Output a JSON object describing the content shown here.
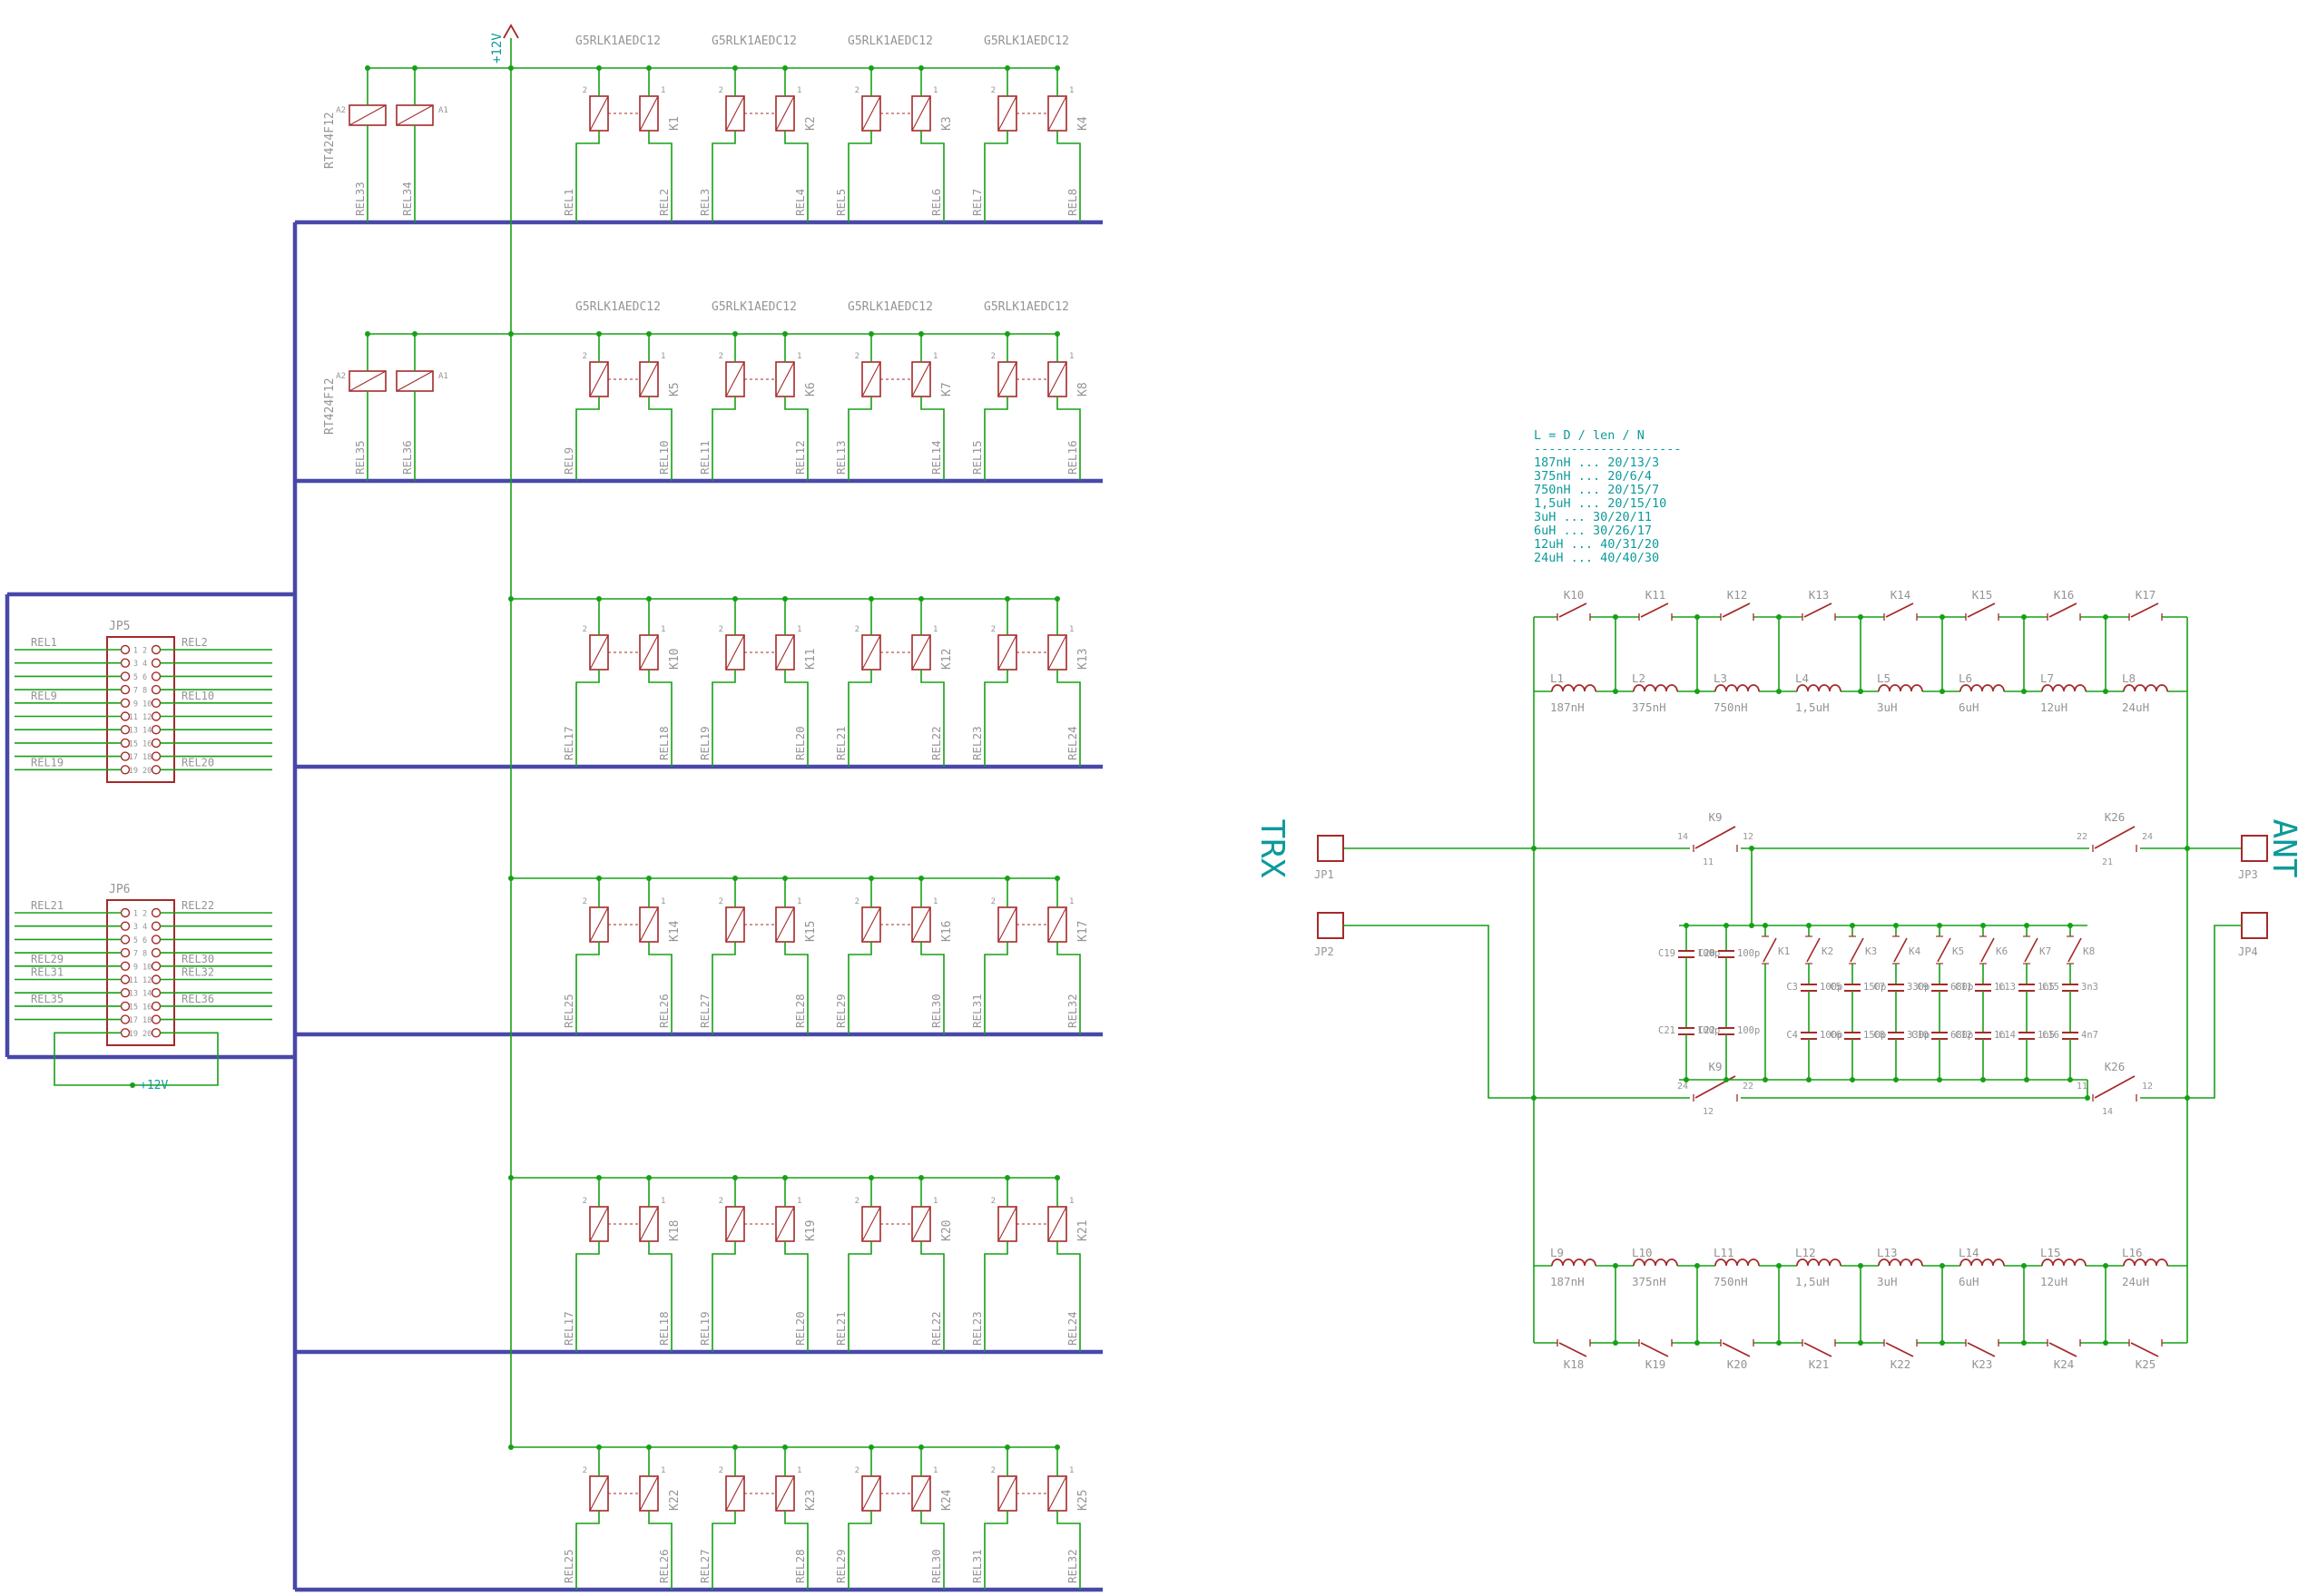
{
  "schematic": {
    "power_label": "+12V"
  },
  "colors": {
    "background": "#ffffff",
    "wire": "#17a017",
    "bus": "#4848aa",
    "part": "#a52a2a",
    "name": "#949494",
    "label": "#0e9a9a"
  },
  "left": {
    "banks": [
      {
        "part_label": "G5RLK1AEDC12",
        "aux": {
          "part": "RT424F12",
          "pins": [
            "A2",
            "A1"
          ],
          "rel": [
            "REL33",
            "REL34"
          ]
        },
        "relays": [
          {
            "name": "K1",
            "pins": [
              "2",
              "1"
            ],
            "rel": [
              "REL1",
              "REL2"
            ]
          },
          {
            "name": "K2",
            "pins": [
              "2",
              "1"
            ],
            "rel": [
              "REL3",
              "REL4"
            ]
          },
          {
            "name": "K3",
            "pins": [
              "2",
              "1"
            ],
            "rel": [
              "REL5",
              "REL6"
            ]
          },
          {
            "name": "K4",
            "pins": [
              "2",
              "1"
            ],
            "rel": [
              "REL7",
              "REL8"
            ]
          }
        ]
      },
      {
        "part_label": "G5RLK1AEDC12",
        "aux": {
          "part": "RT424F12",
          "pins": [
            "A2",
            "A1"
          ],
          "rel": [
            "REL35",
            "REL36"
          ]
        },
        "relays": [
          {
            "name": "K5",
            "pins": [
              "2",
              "1"
            ],
            "rel": [
              "REL9",
              "REL10"
            ]
          },
          {
            "name": "K6",
            "pins": [
              "2",
              "1"
            ],
            "rel": [
              "REL11",
              "REL12"
            ]
          },
          {
            "name": "K7",
            "pins": [
              "2",
              "1"
            ],
            "rel": [
              "REL13",
              "REL14"
            ]
          },
          {
            "name": "K8",
            "pins": [
              "2",
              "1"
            ],
            "rel": [
              "REL15",
              "REL16"
            ]
          }
        ]
      },
      {
        "relays": [
          {
            "name": "K10",
            "pins": [
              "2",
              "1"
            ],
            "rel": [
              "REL17",
              "REL18"
            ]
          },
          {
            "name": "K11",
            "pins": [
              "2",
              "1"
            ],
            "rel": [
              "REL19",
              "REL20"
            ]
          },
          {
            "name": "K12",
            "pins": [
              "2",
              "1"
            ],
            "rel": [
              "REL21",
              "REL22"
            ]
          },
          {
            "name": "K13",
            "pins": [
              "2",
              "1"
            ],
            "rel": [
              "REL23",
              "REL24"
            ]
          }
        ]
      },
      {
        "relays": [
          {
            "name": "K14",
            "pins": [
              "2",
              "1"
            ],
            "rel": [
              "REL25",
              "REL26"
            ]
          },
          {
            "name": "K15",
            "pins": [
              "2",
              "1"
            ],
            "rel": [
              "REL27",
              "REL28"
            ]
          },
          {
            "name": "K16",
            "pins": [
              "2",
              "1"
            ],
            "rel": [
              "REL29",
              "REL30"
            ]
          },
          {
            "name": "K17",
            "pins": [
              "2",
              "1"
            ],
            "rel": [
              "REL31",
              "REL32"
            ]
          }
        ]
      },
      {
        "relays": [
          {
            "name": "K18",
            "pins": [
              "2",
              "1"
            ],
            "rel": [
              "REL17",
              "REL18"
            ]
          },
          {
            "name": "K19",
            "pins": [
              "2",
              "1"
            ],
            "rel": [
              "REL19",
              "REL20"
            ]
          },
          {
            "name": "K20",
            "pins": [
              "2",
              "1"
            ],
            "rel": [
              "REL21",
              "REL22"
            ]
          },
          {
            "name": "K21",
            "pins": [
              "2",
              "1"
            ],
            "rel": [
              "REL23",
              "REL24"
            ]
          }
        ]
      },
      {
        "relays": [
          {
            "name": "K22",
            "pins": [
              "2",
              "1"
            ],
            "rel": [
              "REL25",
              "REL26"
            ]
          },
          {
            "name": "K23",
            "pins": [
              "2",
              "1"
            ],
            "rel": [
              "REL27",
              "REL28"
            ]
          },
          {
            "name": "K24",
            "pins": [
              "2",
              "1"
            ],
            "rel": [
              "REL29",
              "REL30"
            ]
          },
          {
            "name": "K25",
            "pins": [
              "2",
              "1"
            ],
            "rel": [
              "REL31",
              "REL32"
            ]
          }
        ]
      }
    ],
    "jp5": {
      "name": "JP5",
      "pin_count": 20,
      "net_labels": {
        "1": "REL1",
        "2": "REL2",
        "9": "REL9",
        "10": "REL10",
        "19": "REL19",
        "20": "REL20"
      }
    },
    "jp6": {
      "name": "JP6",
      "pin_count": 20,
      "net_labels": {
        "1": "REL21",
        "2": "REL22",
        "9": "REL29",
        "10": "REL30",
        "11": "REL31",
        "12": "REL32",
        "15": "REL35",
        "16": "REL36"
      },
      "power_label": "+12V"
    }
  },
  "legend": [
    "L = D / len / N",
    "--------------------",
    "187nH ... 20/13/3",
    "375nH ... 20/6/4",
    "750nH ... 20/15/7",
    "1,5uH ... 20/15/10",
    "3uH ... 30/20/11",
    "6uH ... 30/26/17",
    "12uH ... 40/31/20",
    "24uH ... 40/40/30"
  ],
  "rf": {
    "trx_label": "TRX",
    "ant_label": "ANT",
    "jp1": "JP1",
    "jp2": "JP2",
    "jp3": "JP3",
    "jp4": "JP4",
    "top_chain": {
      "relays": [
        "K10",
        "K11",
        "K12",
        "K13",
        "K14",
        "K15",
        "K16",
        "K17"
      ],
      "inductors": [
        [
          "L1",
          "187nH"
        ],
        [
          "L2",
          "375nH"
        ],
        [
          "L3",
          "750nH"
        ],
        [
          "L4",
          "1,5uH"
        ],
        [
          "L5",
          "3uH"
        ],
        [
          "L6",
          "6uH"
        ],
        [
          "L7",
          "12uH"
        ],
        [
          "L8",
          "24uH"
        ]
      ]
    },
    "bottom_chain": {
      "relays": [
        "K18",
        "K19",
        "K20",
        "K21",
        "K22",
        "K23",
        "K24",
        "K25"
      ],
      "inductors": [
        [
          "L9",
          "187nH"
        ],
        [
          "L10",
          "375nH"
        ],
        [
          "L11",
          "750nH"
        ],
        [
          "L12",
          "1,5uH"
        ],
        [
          "L13",
          "3uH"
        ],
        [
          "L14",
          "6uH"
        ],
        [
          "L15",
          "12uH"
        ],
        [
          "L16",
          "24uH"
        ]
      ]
    },
    "switch_k9": {
      "name": "K9",
      "pins_top": [
        "14",
        "12",
        "11"
      ],
      "pins_bottom": [
        "24",
        "22",
        "12"
      ]
    },
    "switch_k26": {
      "name": "K26",
      "pins_top": [
        "22",
        "24",
        "21"
      ],
      "pins_bottom": [
        "11",
        "12",
        "14"
      ]
    },
    "cap_bank": {
      "relays": [
        "K1",
        "K2",
        "K3",
        "K4",
        "K5",
        "K6",
        "K7",
        "K8"
      ],
      "cap_pairs": [
        [
          [
            "C3",
            "100p"
          ],
          [
            "C4",
            "100p"
          ]
        ],
        [
          [
            "C5",
            "150p"
          ],
          [
            "C6",
            "150p"
          ]
        ],
        [
          [
            "C7",
            "330p"
          ],
          [
            "C8",
            "330p"
          ]
        ],
        [
          [
            "C9",
            "680p"
          ],
          [
            "C10",
            "680p"
          ]
        ],
        [
          [
            "C11",
            "1n"
          ],
          [
            "C12",
            "1n"
          ]
        ],
        [
          [
            "C13",
            "1n5"
          ],
          [
            "C14",
            "1n5"
          ]
        ],
        [
          [
            "C15",
            "3n3"
          ],
          [
            "C16",
            "4n7"
          ]
        ]
      ],
      "input_caps": [
        [
          "C19",
          "100p"
        ],
        [
          "C20",
          "100p"
        ],
        [
          "C21",
          "100p"
        ],
        [
          "C22",
          "100p"
        ]
      ]
    }
  }
}
